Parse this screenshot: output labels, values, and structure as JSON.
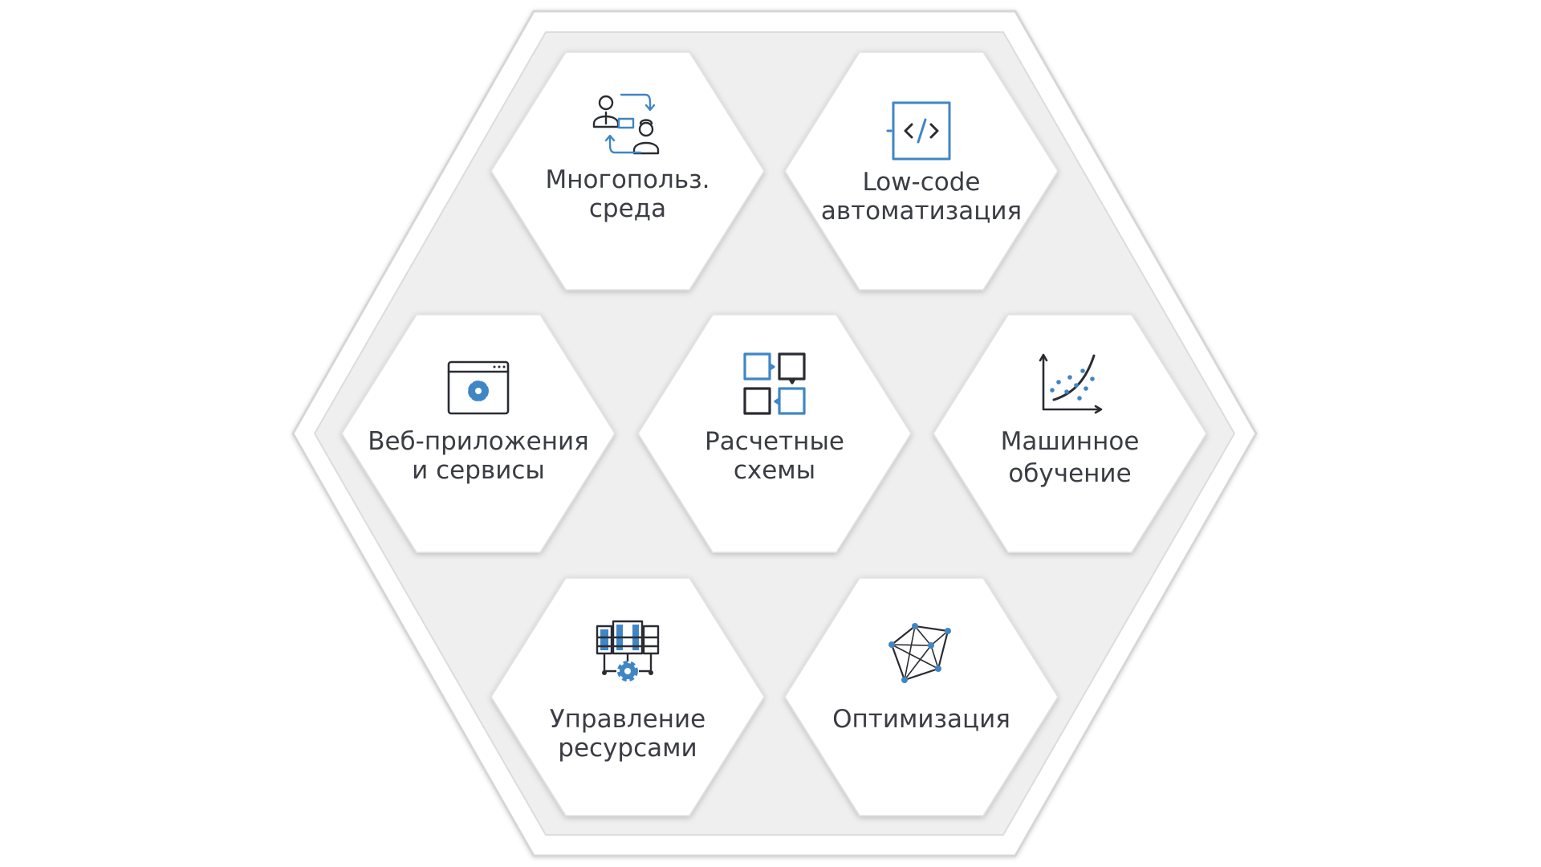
{
  "colors": {
    "accent_blue": "#3f86c6",
    "icon_dark": "#2a2c33",
    "text": "#3b3d44",
    "tile_fill": "#ffffff",
    "inner_fill": "#efefef"
  },
  "tiles": [
    {
      "id": "multiuser",
      "line1": "Многопольз.",
      "line2": "среда",
      "icon": "multi-user-exchange-icon"
    },
    {
      "id": "lowcode",
      "line1": "Low-code",
      "line2": "автоматизация",
      "icon": "code-window-icon"
    },
    {
      "id": "webapps",
      "line1": "Веб-приложения",
      "line2": "и сервисы",
      "icon": "browser-gear-icon"
    },
    {
      "id": "calc",
      "line1": "Расчетные",
      "line2": "схемы",
      "icon": "block-scheme-icon"
    },
    {
      "id": "ml",
      "line1": "Машинное",
      "line2": "обучение",
      "icon": "scatter-chart-icon"
    },
    {
      "id": "resources",
      "line1": "Управление",
      "line2": "ресурсами",
      "icon": "server-rack-gear-icon"
    },
    {
      "id": "optim",
      "line1": "Оптимизация",
      "line2": "",
      "icon": "network-polygon-icon"
    }
  ]
}
